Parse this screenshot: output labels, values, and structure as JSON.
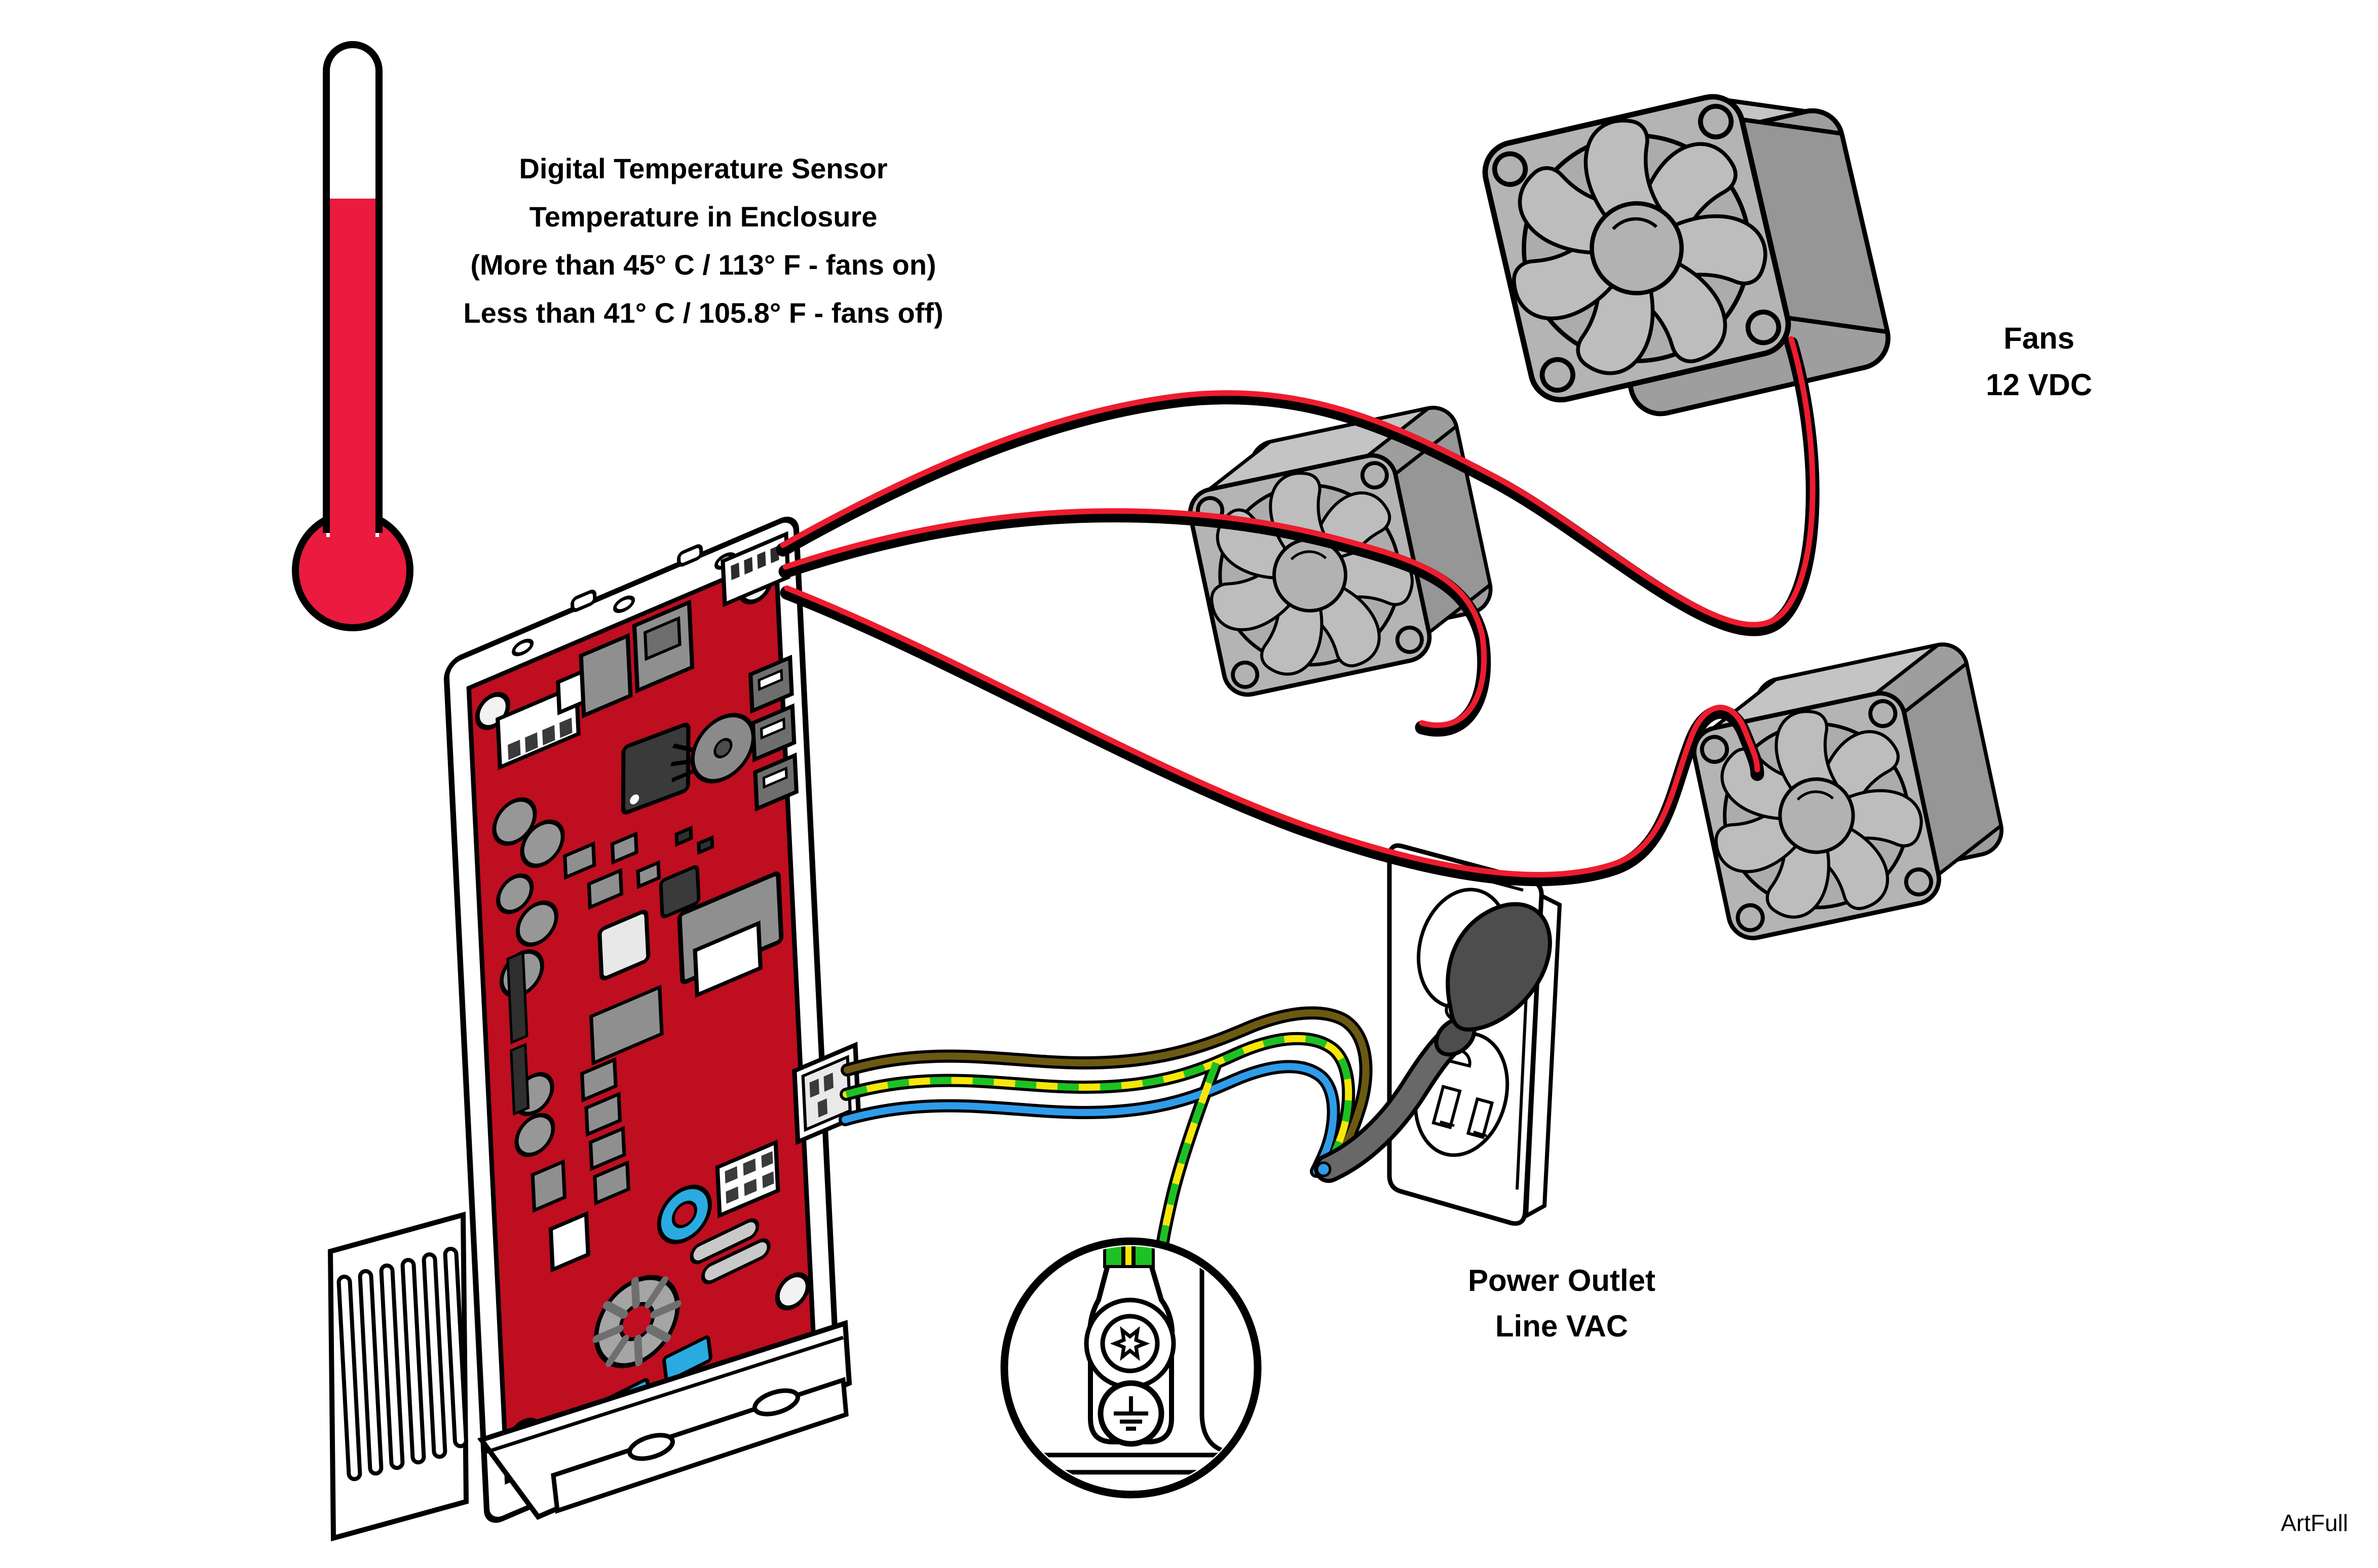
{
  "page": {
    "background": "#FFFFFF"
  },
  "sensor_note": {
    "line1": "Digital Temperature Sensor",
    "line2": "Temperature in Enclosure",
    "line3": "(More than 45° C / 113° F - fans on)",
    "line4": "Less than 41° C / 105.8° F - fans off)"
  },
  "fans_label": {
    "line1": "Fans",
    "line2": "12 VDC"
  },
  "outlet_label": {
    "line1": "Power Outlet",
    "line2": "Line VAC"
  },
  "watermark": "ArtFull",
  "colors": {
    "thermometer_red": "#EB1A3F",
    "pcb_red": "#BE0E20",
    "wire_red": "#EE1C2E",
    "wire_black": "#000000",
    "wire_blue": "#2F9CEA",
    "wire_brown": "#6C5A12",
    "wire_green": "#1CC223",
    "wire_yellow": "#F6E60A",
    "fan_gray": "#B4B4B4",
    "plug_gray": "#4D4D4D",
    "cord_gray": "#686868",
    "component_blue": "#29ABE2",
    "watermark_gray": "#ABABAB"
  }
}
